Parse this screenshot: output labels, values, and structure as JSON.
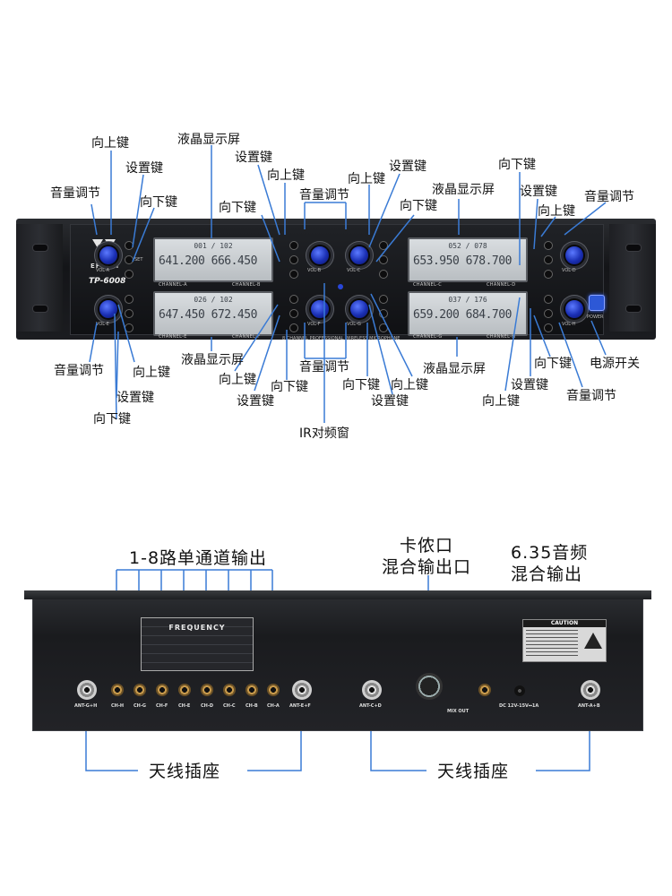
{
  "front": {
    "brand": "EPXCM",
    "model": "TP-6008",
    "center_text": "8 CHANNEL PROFESSIONAL WIRELESS MICROPHONE",
    "power_label": "POWER",
    "set_label": "SET",
    "knob_labels": [
      "VOL-A",
      "VOL-B",
      "VOL-C",
      "VOL-D",
      "VOL-E",
      "VOL-F",
      "VOL-G",
      "VOL-H"
    ],
    "displays": [
      {
        "top": "001 / 102",
        "left": "641.200",
        "right": "666.450",
        "tag_left": "CHANNEL-A",
        "tag_right": "CHANNEL-B"
      },
      {
        "top": "052 / 078",
        "left": "653.950",
        "right": "678.700",
        "tag_left": "CHANNEL-C",
        "tag_right": "CHANNEL-D"
      },
      {
        "top": "026 / 102",
        "left": "647.450",
        "right": "672.450",
        "tag_left": "CHANNEL-E",
        "tag_right": "CHANNEL-F"
      },
      {
        "top": "037 / 176",
        "left": "659.200",
        "right": "684.700",
        "tag_left": "CHANNEL-G",
        "tag_right": "CHANNEL-H"
      }
    ]
  },
  "front_callouts": {
    "up_key": "向上键",
    "set_key": "设置键",
    "down_key": "向下键",
    "volume": "音量调节",
    "lcd": "液晶显示屏",
    "power_switch": "电源开关",
    "ir_window": "IR对频窗"
  },
  "rear": {
    "frequency_label": "FREQUENCY",
    "channel_outputs": [
      "CH-H",
      "CH-G",
      "CH-F",
      "CH-E",
      "CH-D",
      "CH-C",
      "CH-B",
      "CH-A"
    ],
    "ant_labels": [
      "ANT-G+H",
      "ANT-E+F",
      "ANT-C+D",
      "ANT-A+B"
    ],
    "mix_out_label": "MIX OUT",
    "dc_label": "DC 12V-15V⎓1A",
    "caution_title": "CAUTION"
  },
  "rear_callouts": {
    "single_channel_output": "1-8路单通道输出",
    "xlr_mix_line1": "卡侬口",
    "xlr_mix_line2": "混合输出口",
    "jack_mix_line1": "6.35音频",
    "jack_mix_line2": "混合输出",
    "antenna_left": "天线插座",
    "antenna_right": "天线插座"
  },
  "colors": {
    "callout_line": "#3a7bd5",
    "knob_blue": "#2a4be0"
  }
}
